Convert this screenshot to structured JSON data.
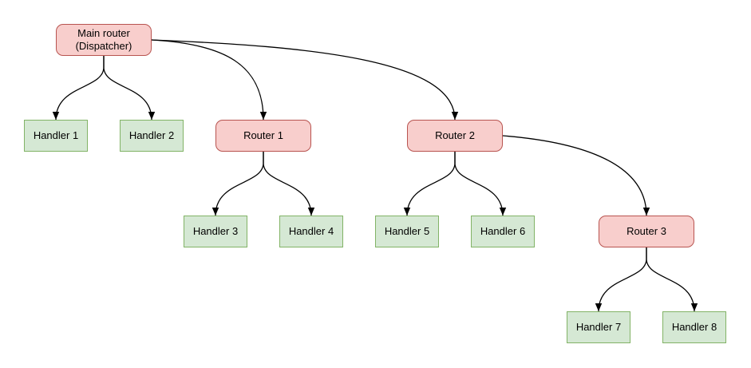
{
  "colors": {
    "background": "#ffffff",
    "edge": "#000000",
    "router_fill": "#f8cecc",
    "router_border": "#b85450",
    "handler_fill": "#d5e8d4",
    "handler_border": "#82b366",
    "text": "#000000"
  },
  "nodes": {
    "main": {
      "label": "Main router\n(Dispatcher)",
      "type": "router"
    },
    "r1": {
      "label": "Router 1",
      "type": "router"
    },
    "r2": {
      "label": "Router 2",
      "type": "router"
    },
    "r3": {
      "label": "Router 3",
      "type": "router"
    },
    "h1": {
      "label": "Handler 1",
      "type": "handler"
    },
    "h2": {
      "label": "Handler 2",
      "type": "handler"
    },
    "h3": {
      "label": "Handler 3",
      "type": "handler"
    },
    "h4": {
      "label": "Handler 4",
      "type": "handler"
    },
    "h5": {
      "label": "Handler 5",
      "type": "handler"
    },
    "h6": {
      "label": "Handler 6",
      "type": "handler"
    },
    "h7": {
      "label": "Handler 7",
      "type": "handler"
    },
    "h8": {
      "label": "Handler 8",
      "type": "handler"
    }
  },
  "edges": [
    {
      "from": "main",
      "to": "h1"
    },
    {
      "from": "main",
      "to": "h2"
    },
    {
      "from": "main",
      "to": "r1"
    },
    {
      "from": "main",
      "to": "r2"
    },
    {
      "from": "r1",
      "to": "h3"
    },
    {
      "from": "r1",
      "to": "h4"
    },
    {
      "from": "r2",
      "to": "h5"
    },
    {
      "from": "r2",
      "to": "h6"
    },
    {
      "from": "r2",
      "to": "r3"
    },
    {
      "from": "r3",
      "to": "h7"
    },
    {
      "from": "r3",
      "to": "h8"
    }
  ]
}
